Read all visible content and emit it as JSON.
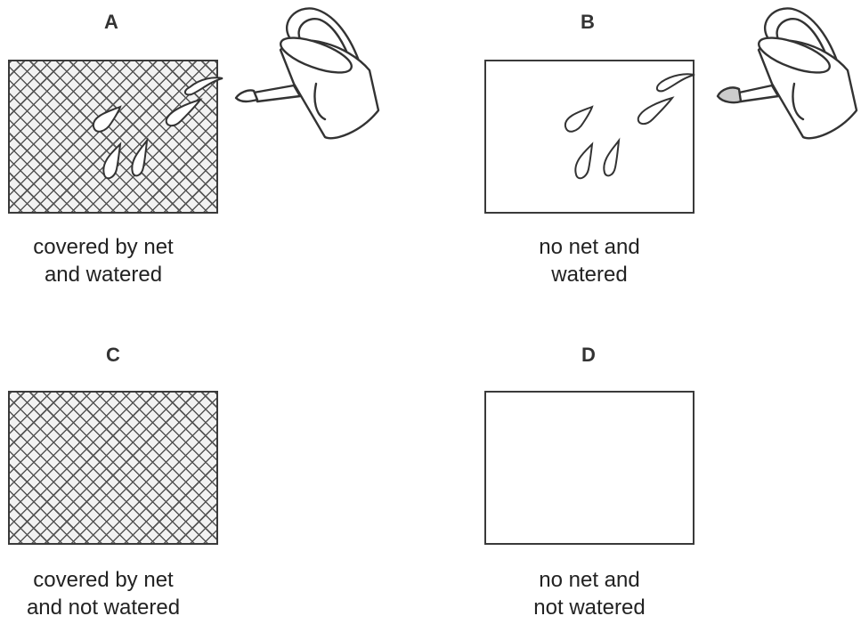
{
  "panels": [
    {
      "id": "A",
      "letter": "A",
      "caption_line1": "covered by net",
      "caption_line2": "and watered",
      "net": true,
      "watered": true
    },
    {
      "id": "B",
      "letter": "B",
      "caption_line1": "no net and",
      "caption_line2": "watered",
      "net": false,
      "watered": true
    },
    {
      "id": "C",
      "letter": "C",
      "caption_line1": "covered by net",
      "caption_line2": "and not watered",
      "net": true,
      "watered": false
    },
    {
      "id": "D",
      "letter": "D",
      "caption_line1": "no net and",
      "caption_line2": "not watered",
      "net": false,
      "watered": false
    }
  ],
  "icons": {
    "watering_can": "watering-can-icon",
    "water_drop": "water-drop-icon",
    "net": "net-pattern"
  },
  "colors": {
    "line": "#3a3a3a",
    "net_line": "#555555",
    "text": "#222222"
  }
}
